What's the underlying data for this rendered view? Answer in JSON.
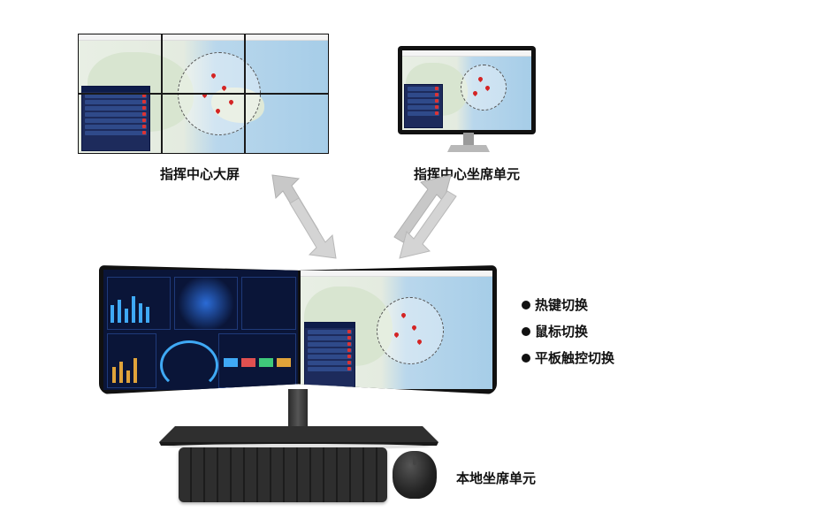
{
  "labels": {
    "command_big_screen": "指挥中心大屏",
    "command_seat_unit": "指挥中心坐席单元",
    "local_seat_unit": "本地坐席单元"
  },
  "features": [
    "热键切换",
    "鼠标切换",
    "平板触控切换"
  ],
  "colors": {
    "dashboard_bg": "#0a1538",
    "panel_navy": "#1d2b5c",
    "pin_red": "#d42424",
    "arrow_gray": "#c8c8c8"
  }
}
